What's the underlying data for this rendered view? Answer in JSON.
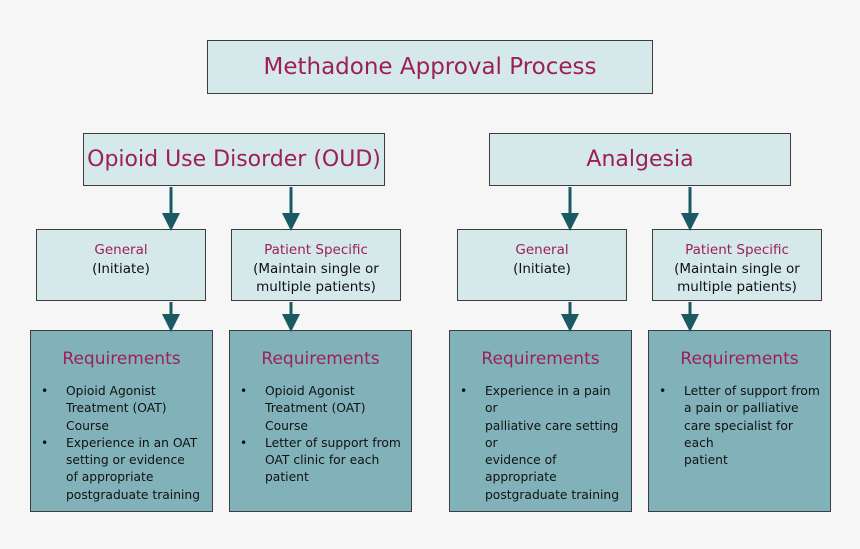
{
  "title": "Methadone Approval Process",
  "categories": [
    {
      "label": "Opioid Use Disorder (OUD)",
      "columns": [
        {
          "sub_title": "General",
          "sub_lines": [
            "(Initiate)"
          ],
          "req_title": "Requirements",
          "req_items": [
            [
              "Opioid Agonist",
              "Treatment (OAT) Course"
            ],
            [
              "Experience in an OAT",
              "setting or evidence",
              "of appropriate",
              "postgraduate training"
            ]
          ]
        },
        {
          "sub_title": "Patient Specific",
          "sub_lines": [
            "(Maintain single or",
            "multiple patients)"
          ],
          "req_title": "Requirements",
          "req_items": [
            [
              "Opioid Agonist",
              "Treatment (OAT) Course"
            ],
            [
              "Letter of support from",
              "OAT clinic for each",
              "patient"
            ]
          ]
        }
      ]
    },
    {
      "label": "Analgesia",
      "columns": [
        {
          "sub_title": "General",
          "sub_lines": [
            "(Initiate)"
          ],
          "req_title": "Requirements",
          "req_items": [
            [
              "Experience in a pain or",
              "palliative care setting or",
              "evidence of appropriate",
              "postgraduate training"
            ]
          ]
        },
        {
          "sub_title": "Patient Specific",
          "sub_lines": [
            "(Maintain single or",
            "multiple patients)"
          ],
          "req_title": "Requirements",
          "req_items": [
            [
              "Letter of support from",
              "a pain or palliative",
              "care specialist for each",
              "patient"
            ]
          ]
        }
      ]
    }
  ],
  "colors": {
    "accent_text": "#9c1f5a",
    "light_box": "#d5e8ea",
    "dark_box": "#82b2b9",
    "arrow": "#1a5a63"
  }
}
